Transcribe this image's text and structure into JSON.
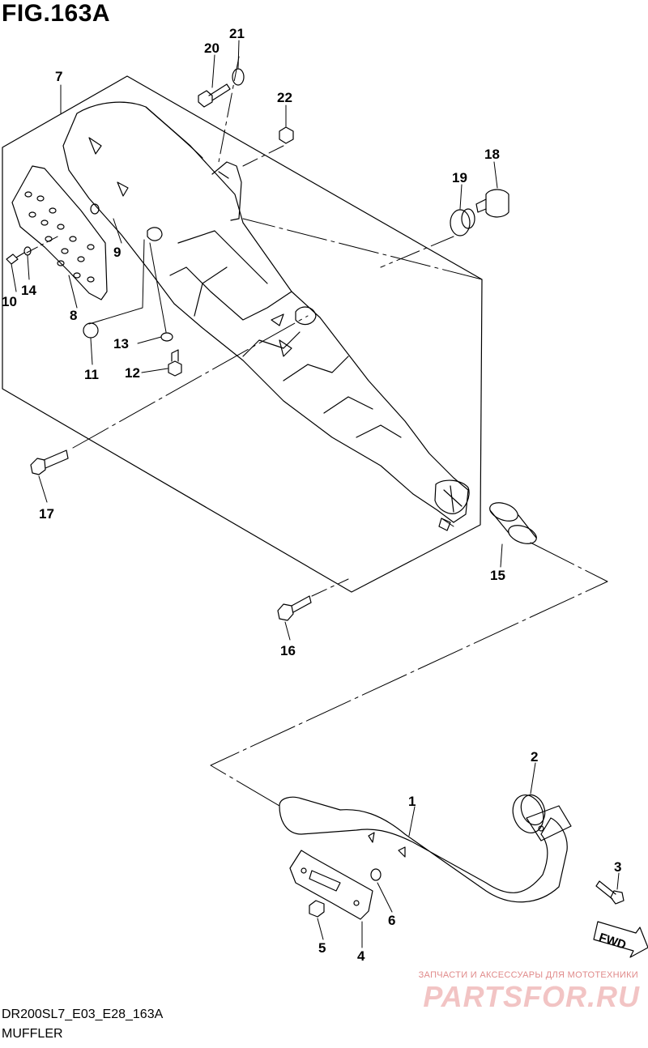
{
  "figure": {
    "title": "FIG.163A",
    "code": "DR200SL7_E03_E28_163A",
    "caption": "MUFFLER",
    "fwd_label": "FWD"
  },
  "watermark": {
    "line1": "ЗАПЧАСТИ И АКСЕССУАРЫ ДЛЯ МОТОТЕХНИКИ",
    "brand": "PARTSFOR.RU"
  },
  "parts": [
    {
      "id": "part-1",
      "label": "1"
    },
    {
      "id": "part-2",
      "label": "2"
    },
    {
      "id": "part-3",
      "label": "3"
    },
    {
      "id": "part-4",
      "label": "4"
    },
    {
      "id": "part-5",
      "label": "5"
    },
    {
      "id": "part-6",
      "label": "6"
    },
    {
      "id": "part-7",
      "label": "7"
    },
    {
      "id": "part-8",
      "label": "8"
    },
    {
      "id": "part-9",
      "label": "9"
    },
    {
      "id": "part-10",
      "label": "10"
    },
    {
      "id": "part-11",
      "label": "11"
    },
    {
      "id": "part-12",
      "label": "12"
    },
    {
      "id": "part-13",
      "label": "13"
    },
    {
      "id": "part-14",
      "label": "14"
    },
    {
      "id": "part-15",
      "label": "15"
    },
    {
      "id": "part-16",
      "label": "16"
    },
    {
      "id": "part-17",
      "label": "17"
    },
    {
      "id": "part-18",
      "label": "18"
    },
    {
      "id": "part-19",
      "label": "19"
    },
    {
      "id": "part-20",
      "label": "20"
    },
    {
      "id": "part-21",
      "label": "21"
    },
    {
      "id": "part-22",
      "label": "22"
    }
  ]
}
